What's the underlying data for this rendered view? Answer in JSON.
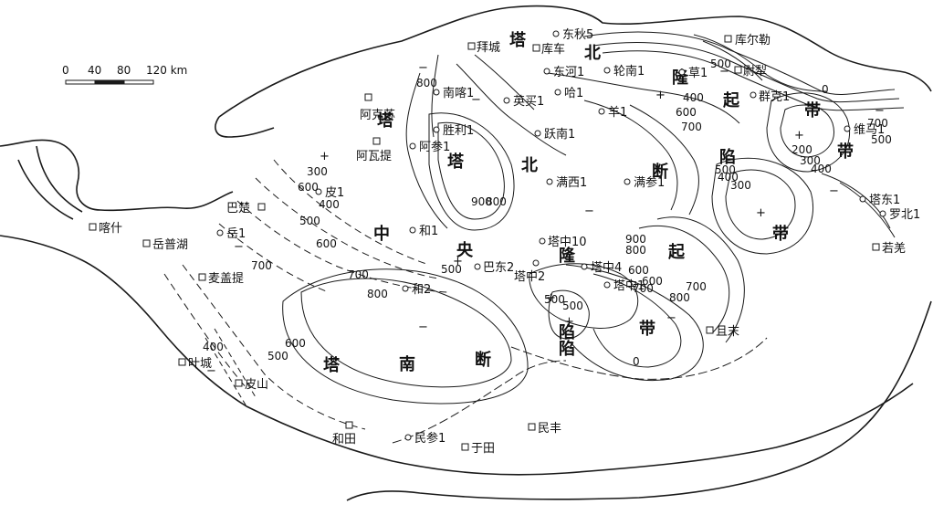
{
  "scale_bar": {
    "ticks": [
      "0",
      "40",
      "80",
      "120 km"
    ]
  },
  "towns": [
    {
      "name": "东秋5",
      "symbol": "well"
    },
    {
      "name": "库尔勒",
      "symbol": "city"
    },
    {
      "name": "拜城",
      "symbol": "city"
    },
    {
      "name": "库车",
      "symbol": "city"
    },
    {
      "name": "东河1",
      "symbol": "well"
    },
    {
      "name": "轮南1",
      "symbol": "well"
    },
    {
      "name": "草1",
      "symbol": "well"
    },
    {
      "name": "尉犁",
      "symbol": "city"
    },
    {
      "name": "南喀1",
      "symbol": "well"
    },
    {
      "name": "英买1",
      "symbol": "well"
    },
    {
      "name": "哈1",
      "symbol": "well"
    },
    {
      "name": "群克1",
      "symbol": "well"
    },
    {
      "name": "阿克苏",
      "symbol": "city"
    },
    {
      "name": "胜利1",
      "symbol": "well"
    },
    {
      "name": "羊1",
      "symbol": "well"
    },
    {
      "name": "阿参1",
      "symbol": "well"
    },
    {
      "name": "跃南1",
      "symbol": "well"
    },
    {
      "name": "维马1",
      "symbol": "well"
    },
    {
      "name": "阿瓦提",
      "symbol": "city"
    },
    {
      "name": "满西1",
      "symbol": "well"
    },
    {
      "name": "满参1",
      "symbol": "well"
    },
    {
      "name": "皮1",
      "symbol": "well"
    },
    {
      "name": "塔东1",
      "symbol": "well"
    },
    {
      "name": "巴楚",
      "symbol": "city"
    },
    {
      "name": "罗北1",
      "symbol": "well"
    },
    {
      "name": "喀什",
      "symbol": "city"
    },
    {
      "name": "岳1",
      "symbol": "well"
    },
    {
      "name": "和1",
      "symbol": "well"
    },
    {
      "name": "塔中10",
      "symbol": "well"
    },
    {
      "name": "岳普湖",
      "symbol": "city"
    },
    {
      "name": "若羌",
      "symbol": "city"
    },
    {
      "name": "巴东2",
      "symbol": "well"
    },
    {
      "name": "塔中4",
      "symbol": "well"
    },
    {
      "name": "麦盖提",
      "symbol": "city"
    },
    {
      "name": "塔中2",
      "symbol": "well"
    },
    {
      "name": "和2",
      "symbol": "well"
    },
    {
      "name": "塔中1",
      "symbol": "well"
    },
    {
      "name": "且末",
      "symbol": "city"
    },
    {
      "name": "叶城",
      "symbol": "city"
    },
    {
      "name": "皮山",
      "symbol": "city"
    },
    {
      "name": "民丰",
      "symbol": "city"
    },
    {
      "name": "和田",
      "symbol": "city"
    },
    {
      "name": "民参1",
      "symbol": "well"
    },
    {
      "name": "于田",
      "symbol": "city"
    }
  ],
  "region_labels": {
    "north_uplift": [
      "塔",
      "北",
      "隆",
      "起",
      "带"
    ],
    "north_depression": [
      "塔",
      "北",
      "断",
      "陷"
    ],
    "central_uplift": [
      "塔",
      "中",
      "央",
      "隆",
      "起",
      "带"
    ],
    "southeast_belt": [
      "陷",
      "带",
      "带"
    ],
    "south_depression": [
      "塔",
      "南",
      "断",
      "陷"
    ]
  },
  "contour_labels": [
    "800",
    "500",
    "400",
    "0",
    "700",
    "600",
    "300",
    "400",
    "500",
    "600",
    "700",
    "900",
    "800",
    "200",
    "300",
    "400",
    "500",
    "700",
    "900",
    "800",
    "500",
    "600",
    "700",
    "800",
    "700",
    "800",
    "500",
    "600",
    "500",
    "0",
    "400",
    "500",
    "600",
    "700",
    "300",
    "400",
    "500",
    "600"
  ],
  "structure_signs": [
    "−",
    "−",
    "+",
    "−",
    "−",
    "+",
    "+",
    "−",
    "+",
    "−",
    "−",
    "+",
    "+",
    "+",
    "−",
    "−",
    "−"
  ],
  "colors": {
    "ink": "#1a1a1a",
    "background": "#ffffff"
  }
}
